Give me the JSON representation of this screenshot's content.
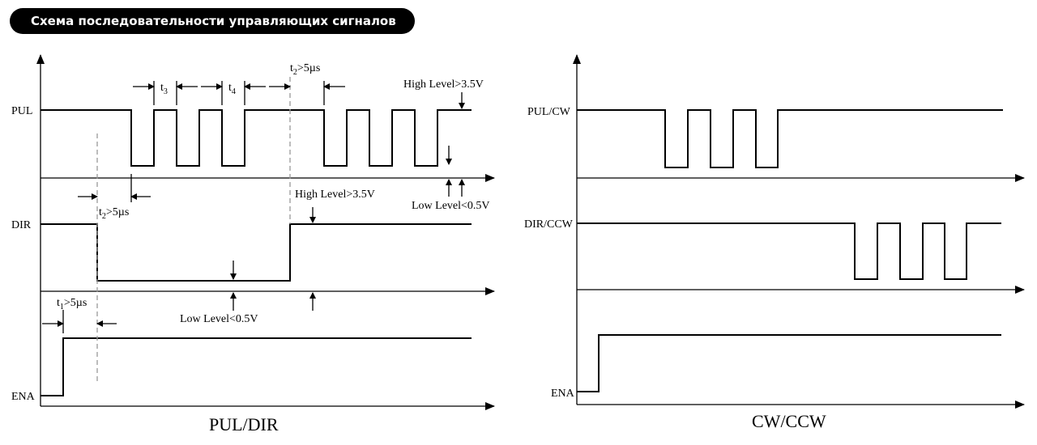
{
  "title": "Схема последовательности управляющих сигналов",
  "pul_dir": {
    "caption": "PUL/DIR",
    "signals": {
      "pul": "PUL",
      "dir": "DIR",
      "ena": "ENA"
    },
    "timing": {
      "t1": {
        "main": "t",
        "sub": "1",
        "rest": ">5µs"
      },
      "t2_top": {
        "main": "t",
        "sub": "2",
        "rest": ">5µs"
      },
      "t2_mid": {
        "main": "t",
        "sub": "2",
        "rest": ">5µs"
      },
      "t3": {
        "main": "t",
        "sub": "3"
      },
      "t4": {
        "main": "t",
        "sub": "4"
      }
    },
    "levels": {
      "pul_high": "High Level>3.5V",
      "pul_low": "Low Level<0.5V",
      "dir_high": "High Level>3.5V",
      "dir_low": "Low Level<0.5V"
    }
  },
  "cw_ccw": {
    "caption": "CW/CCW",
    "signals": {
      "cw": "PUL/CW",
      "ccw": "DIR/CCW",
      "ena": "ENA"
    }
  }
}
